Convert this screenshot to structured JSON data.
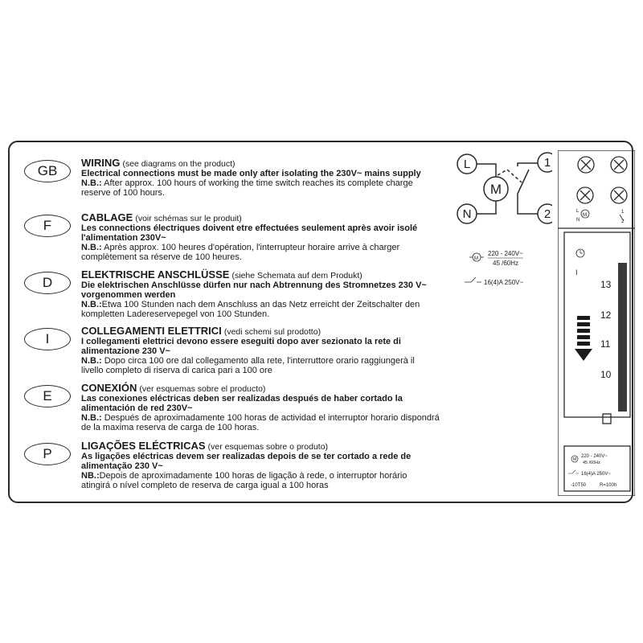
{
  "sections": [
    {
      "code": "GB",
      "title": "WIRING",
      "subtitle": "(see diagrams on the product)",
      "bold_lines": [
        "Electrical connections must be made only after isolating the 230V~ mains supply"
      ],
      "nb_label": "N.B.:",
      "nb_lines": [
        "After approx. 100 hours of working the time switch reaches its complete charge",
        "reserve of 100 hours."
      ]
    },
    {
      "code": "F",
      "title": "CABLAGE",
      "subtitle": "(voir schémas sur le produit)",
      "bold_lines": [
        "Les connections électriques doivent etre effectuées seulement après avoir isolé",
        "l'alimentation 230V~"
      ],
      "nb_label": "N.B.:",
      "nb_lines": [
        "Après approx. 100 heures d'opération, l'interrupteur horaire arrive à charger",
        "complètement sa réserve de 100 heures."
      ]
    },
    {
      "code": "D",
      "title": "ELEKTRISCHE ANSCHLÜSSE",
      "subtitle": "(siehe Schemata auf dem Produkt)",
      "bold_lines": [
        "Die elektrischen Anschlüsse dürfen nur nach Abtrennung des Stromnetzes 230 V~",
        "vorgenommen werden"
      ],
      "nb_label": "N.B.:",
      "nb_lines": [
        "Etwa 100 Stunden nach dem Anschluss an das Netz erreicht der Zeitschalter den",
        "kompletten Ladereservepegel von 100 Stunden."
      ]
    },
    {
      "code": "I",
      "title": "COLLEGAMENTI ELETTRICI",
      "subtitle": "(vedi schemi sul prodotto)",
      "bold_lines": [
        "I collegamenti elettrici devono essere eseguiti dopo aver sezionato la rete di",
        "alimentazione 230 V~"
      ],
      "nb_label": "N.B.:",
      "nb_lines": [
        "Dopo circa 100 ore dal collegamento alla rete, l'interruttore orario raggiungerà il",
        "livello completo di riserva di carica pari a 100 ore"
      ]
    },
    {
      "code": "E",
      "title": "CONEXIÓN",
      "subtitle": "(ver esquemas sobre el producto)",
      "bold_lines": [
        "Las conexiones eléctricas deben ser realizadas después de haber cortado la",
        "alimentación de red 230V~"
      ],
      "nb_label": "N.B.:",
      "nb_lines": [
        "Después de aproximadamente 100 horas de actividad el interruptor horario dispondrá",
        "de la maxima reserva de carga de 100 horas."
      ]
    },
    {
      "code": "P",
      "title": "LIGAÇÕES ELÉCTRICAS",
      "subtitle": "(ver esquemas sobre o produto)",
      "bold_lines": [
        "As ligações eléctricas devem ser realizadas depois de se ter cortado a rede de",
        "alimentação 230 V~"
      ],
      "nb_label": "NB.:",
      "nb_lines": [
        "Depois de aproximadamente 100 horas de ligação à rede, o interruptor horário",
        "atingirá o nível completo de reserva de carga igual a 100 horas"
      ]
    }
  ],
  "diagram": {
    "terminal_l": "L",
    "terminal_n": "N",
    "motor": "M",
    "contact_1": "1",
    "contact_2": "2",
    "voltage": "220 - 240V~",
    "frequency": "45 /60Hz",
    "rating": "16(4)A 250V~"
  },
  "device": {
    "terminal_l": "L",
    "terminal_n": "N",
    "motor": "M",
    "contact_1": "1",
    "contact_2": "2",
    "dial_13": "13",
    "dial_12": "12",
    "dial_11": "11",
    "dial_10": "10",
    "manual_mark": "I",
    "voltage": "220 - 240V~",
    "frequency": "45 /60Hz",
    "rating": "16(4)A 250V~",
    "model": "-10T50",
    "reserve": "R=100h"
  }
}
